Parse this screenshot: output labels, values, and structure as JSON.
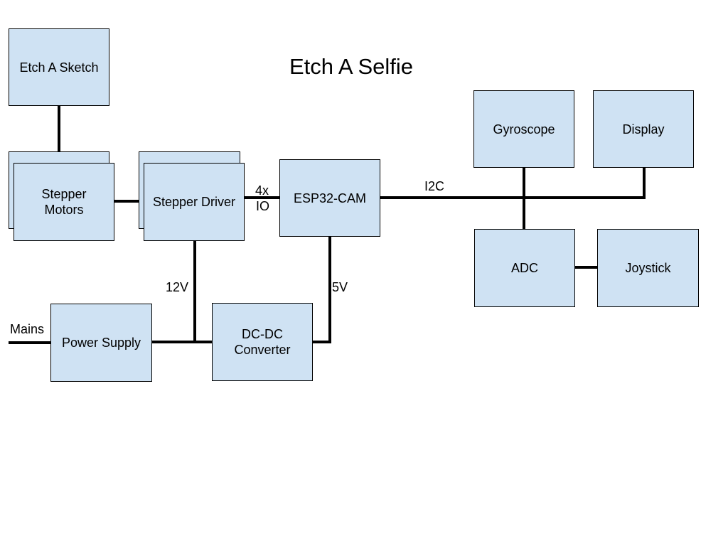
{
  "title": "Etch A Selfie",
  "blocks": {
    "etch_a_sketch": "Etch A Sketch",
    "stepper_motors": "Stepper\nMotors",
    "stepper_driver": "Stepper Driver",
    "esp32_cam": "ESP32-CAM",
    "gyroscope": "Gyroscope",
    "display": "Display",
    "adc": "ADC",
    "joystick": "Joystick",
    "power_supply": "Power Supply",
    "dc_dc_converter": "DC-DC\nConverter"
  },
  "labels": {
    "io_count": "4x",
    "io": "IO",
    "i2c": "I2C",
    "v12": "12V",
    "v5": "5V",
    "mains": "Mains"
  },
  "colors": {
    "block_fill": "#cfe2f3",
    "line": "#000000"
  }
}
